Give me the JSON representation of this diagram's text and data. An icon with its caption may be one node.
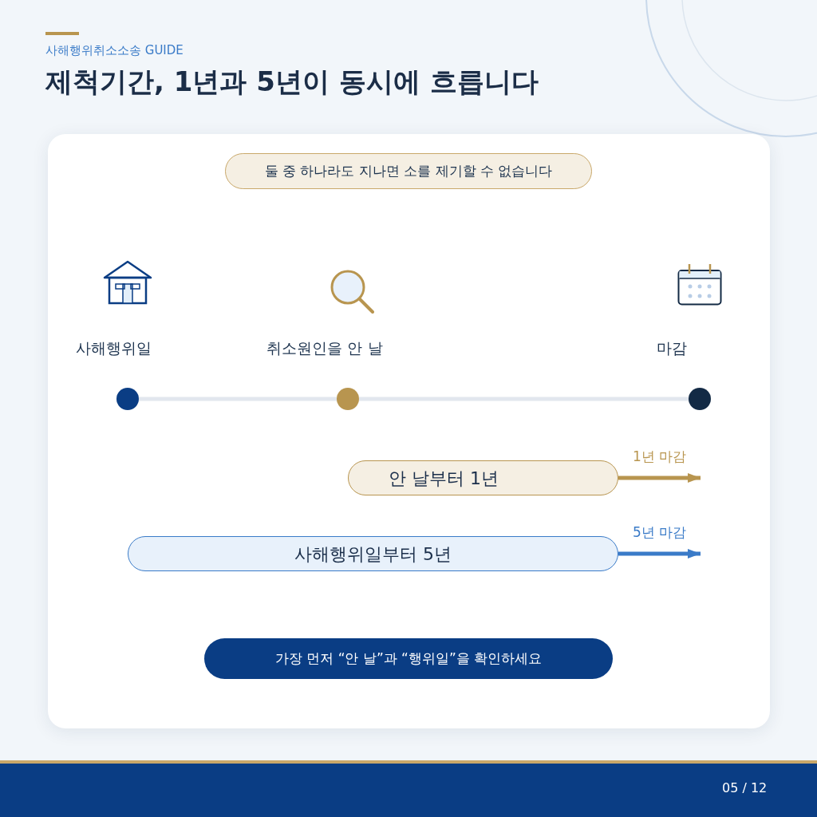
{
  "diagram": {
    "title": "제척기간, 1년과 5년이 동시에 흐릅니다",
    "nodes": [
      {
        "text": [
          "둘 중 하나라도 지나면 소를 제기할 수 없습니다"
        ]
      },
      {
        "text": [],
        "shape": "circle",
        "beside": [
          "사해행위일"
        ]
      },
      {
        "text": [],
        "shape": "circle",
        "beside": [
          "취소원인을 안 날"
        ]
      },
      {
        "text": [],
        "shape": "circle",
        "beside": [
          "마감"
        ]
      },
      {
        "text": [
          "안 날부터 1년"
        ]
      },
      {
        "text": [
          "사해행위일부터 5년"
        ]
      },
      {
        "text": [
          "가장 먼저 “안 날”과 “행위일”을 확인하세요"
        ]
      }
    ],
    "edges": [
      {
        "from": 1,
        "to": 2,
        "arrow": "none"
      },
      {
        "from": 2,
        "to": 3,
        "arrow": "none"
      },
      {
        "from": 4,
        "to": null,
        "arrow": "to",
        "label": "1년 마감",
        "color": "#b8954f"
      },
      {
        "from": 5,
        "to": null,
        "arrow": "to",
        "label": "5년 마감",
        "color": "#3a7bc8"
      }
    ],
    "labels": [
      "사해행위취소소송 GUIDE",
      "05 / 12"
    ]
  }
}
